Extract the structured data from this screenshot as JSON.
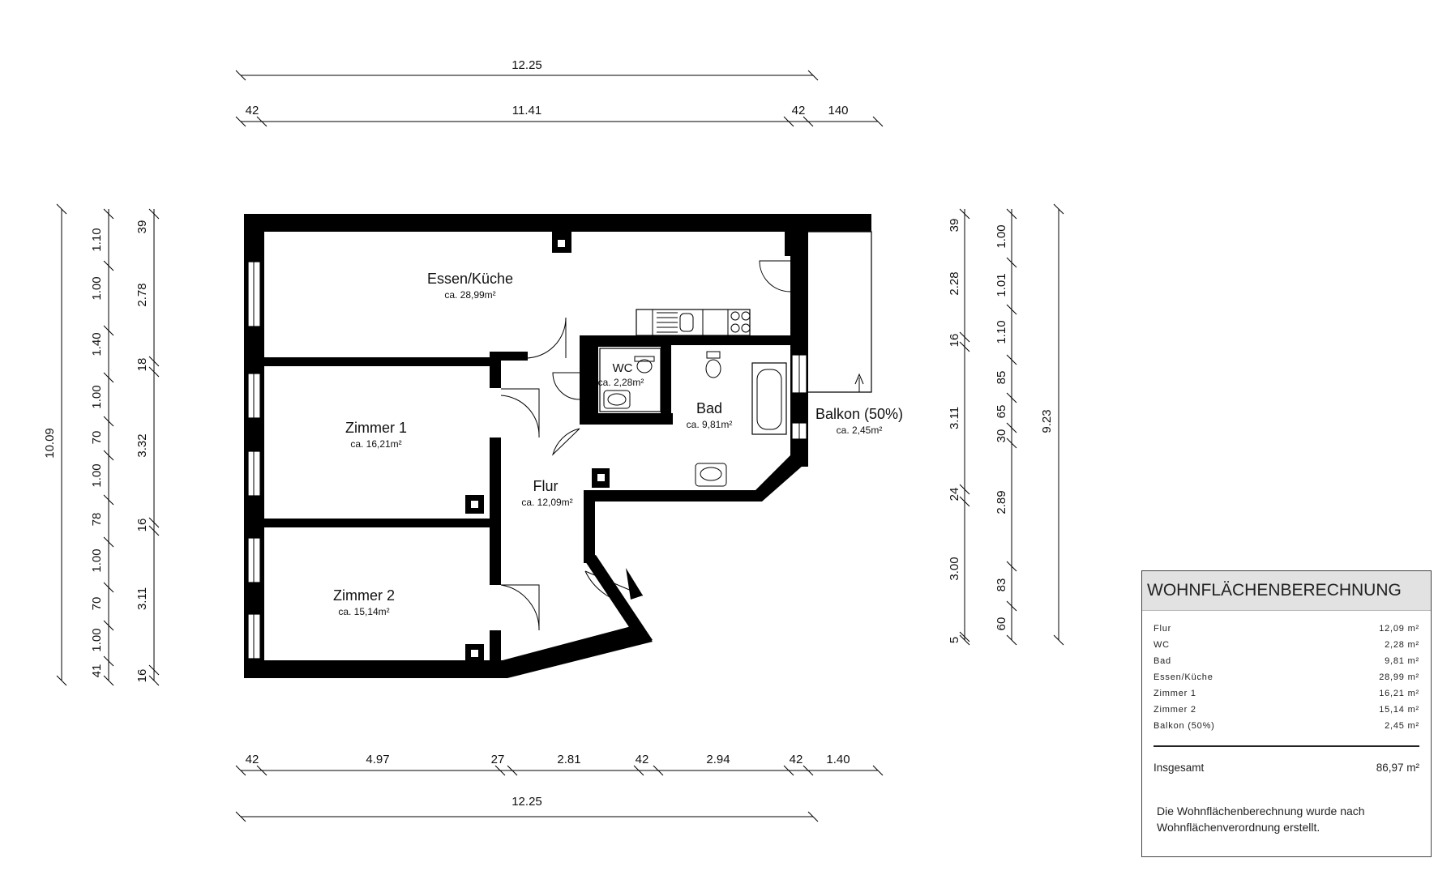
{
  "dimensions": {
    "top_overall": "12.25",
    "top_parts": [
      "42",
      "11.41",
      "42",
      "140"
    ],
    "bottom_parts": [
      "42",
      "4.97",
      "27",
      "2.81",
      "42",
      "2.94",
      "42",
      "1.40"
    ],
    "bottom_overall": "12.25",
    "left_overall": "10.09",
    "left_inner": [
      "1.10",
      "1.00",
      "1.40",
      "1.00",
      "70",
      "1.00",
      "78",
      "1.00",
      "70",
      "1.00",
      "41"
    ],
    "left_middle": [
      "39",
      "2.78",
      "18",
      "3.32",
      "16",
      "3.11",
      "16"
    ],
    "right_middle": [
      "39",
      "2.28",
      "16",
      "3.11",
      "24",
      "3.00",
      "5"
    ],
    "right_inner": [
      "1.00",
      "1.01",
      "1.10",
      "85",
      "65",
      "30",
      "2.89",
      "83",
      "60"
    ],
    "right_overall": "9.23"
  },
  "rooms": [
    {
      "name": "Essen/Küche",
      "area": "ca. 28,99m²"
    },
    {
      "name": "WC",
      "area": "ca. 2,28m²"
    },
    {
      "name": "Bad",
      "area": "ca. 9,81m²"
    },
    {
      "name": "Balkon (50%)",
      "area": "ca. 2,45m²"
    },
    {
      "name": "Zimmer 1",
      "area": "ca. 16,21m²"
    },
    {
      "name": "Flur",
      "area": "ca. 12,09m²"
    },
    {
      "name": "Zimmer 2",
      "area": "ca. 15,14m²"
    }
  ],
  "area_table": {
    "title": "WOHNFLÄCHENBERECHNUNG",
    "rows": [
      {
        "label": "Flur",
        "value": "12,09 m²"
      },
      {
        "label": "WC",
        "value": "2,28 m²"
      },
      {
        "label": "Bad",
        "value": "9,81 m²"
      },
      {
        "label": "Essen/Küche",
        "value": "28,99 m²"
      },
      {
        "label": "Zimmer 1",
        "value": "16,21 m²"
      },
      {
        "label": "Zimmer 2",
        "value": "15,14 m²"
      },
      {
        "label": "Balkon (50%)",
        "value": "2,45 m²"
      }
    ],
    "total_label": "Insgesamt",
    "total_value": "86,97 m²",
    "note": "Die Wohnflächenberechnung wurde nach Wohnflächenverordnung erstellt."
  }
}
